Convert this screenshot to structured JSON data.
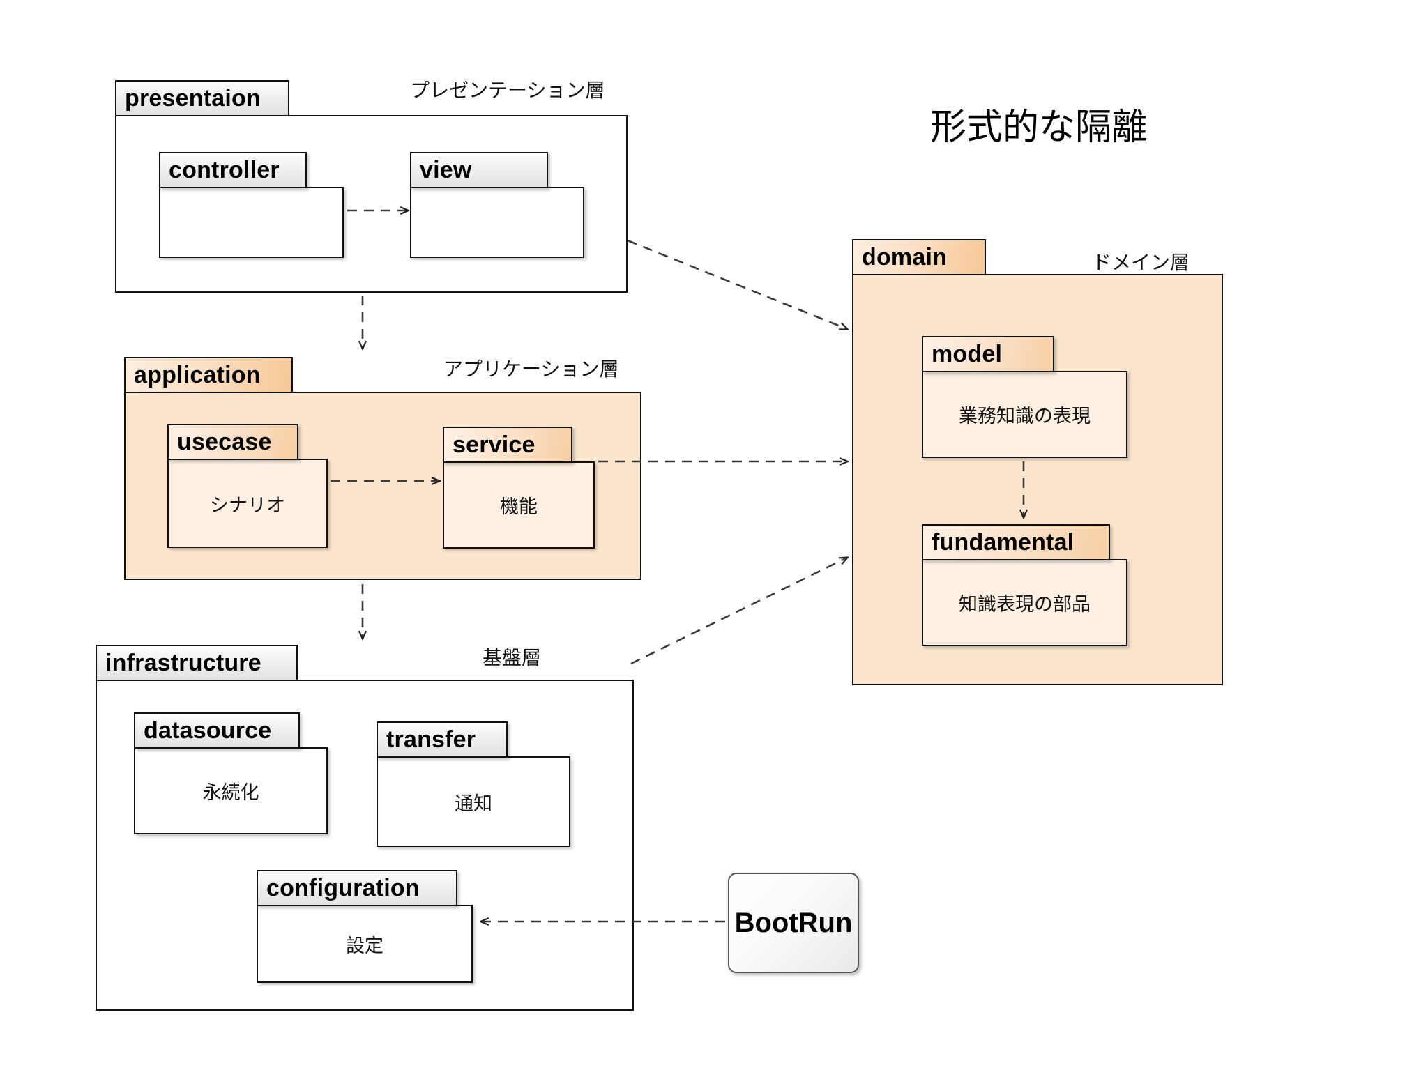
{
  "title": "形式的な隔離",
  "layers": {
    "presentation": {
      "name": "presentaion",
      "label": "プレゼンテーション層",
      "packages": [
        {
          "name": "controller",
          "body": ""
        },
        {
          "name": "view",
          "body": ""
        }
      ]
    },
    "application": {
      "name": "application",
      "label": "アプリケーション層",
      "packages": [
        {
          "name": "usecase",
          "body": "シナリオ"
        },
        {
          "name": "service",
          "body": "機能"
        }
      ]
    },
    "infrastructure": {
      "name": "infrastructure",
      "label": "基盤層",
      "packages": [
        {
          "name": "datasource",
          "body": "永続化"
        },
        {
          "name": "transfer",
          "body": "通知"
        },
        {
          "name": "configuration",
          "body": "設定"
        }
      ]
    },
    "domain": {
      "name": "domain",
      "label": "ドメイン層",
      "packages": [
        {
          "name": "model",
          "body": "業務知識の表現"
        },
        {
          "name": "fundamental",
          "body": "知識表現の部品"
        }
      ]
    }
  },
  "external": {
    "bootrun": "BootRun"
  },
  "colors": {
    "orange_fill": "#fbe5cd",
    "orange_light_fill": "#fdf0e3",
    "orange_tab": "#f6c896",
    "grey_tab": "#e3e3e3",
    "white_fill": "#ffffff",
    "line": "#333333"
  },
  "edges": [
    {
      "from": "controller",
      "to": "view",
      "style": "dashed"
    },
    {
      "from": "presentation",
      "to": "application",
      "style": "dashed"
    },
    {
      "from": "presentation",
      "to": "domain",
      "style": "dashed"
    },
    {
      "from": "usecase",
      "to": "service",
      "style": "dashed"
    },
    {
      "from": "application",
      "to": "domain",
      "style": "dashed"
    },
    {
      "from": "application",
      "to": "infrastructure",
      "style": "dashed"
    },
    {
      "from": "infrastructure",
      "to": "domain",
      "style": "dashed"
    },
    {
      "from": "model",
      "to": "fundamental",
      "style": "dashed"
    },
    {
      "from": "bootrun",
      "to": "configuration",
      "style": "dashed"
    }
  ]
}
